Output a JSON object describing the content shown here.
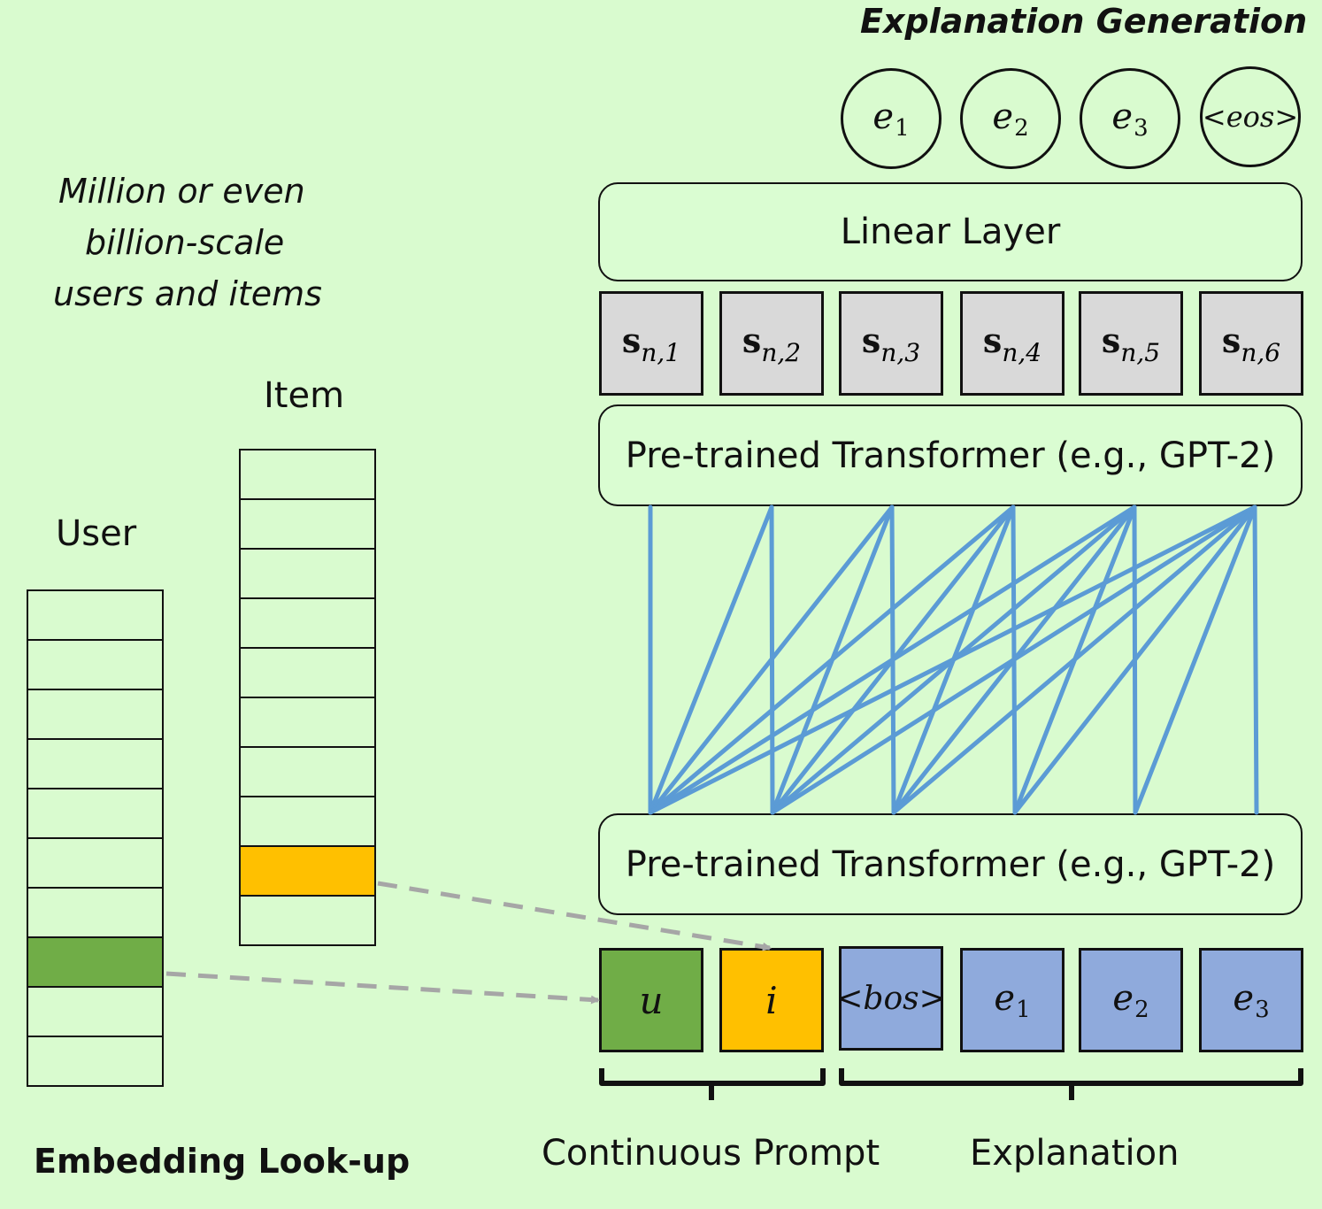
{
  "title": "Explanation Generation",
  "left_note": [
    "Million or even",
    "billion-scale",
    "users and items"
  ],
  "output_tokens": [
    {
      "base": "e",
      "sub": "1"
    },
    {
      "base": "e",
      "sub": "2"
    },
    {
      "base": "e",
      "sub": "3"
    },
    {
      "base": "<eos>",
      "sub": ""
    }
  ],
  "linear_layer": "Linear Layer",
  "hidden_states": [
    {
      "base": "s",
      "sub": "n,1"
    },
    {
      "base": "s",
      "sub": "n,2"
    },
    {
      "base": "s",
      "sub": "n,3"
    },
    {
      "base": "s",
      "sub": "n,4"
    },
    {
      "base": "s",
      "sub": "n,5"
    },
    {
      "base": "s",
      "sub": "n,6"
    }
  ],
  "transformer_top": "Pre-trained Transformer (e.g., GPT-2)",
  "transformer_bottom": "Pre-trained Transformer (e.g., GPT-2)",
  "input_tokens": [
    {
      "base": "u",
      "sub": "",
      "color": "#70ad47"
    },
    {
      "base": "i",
      "sub": "",
      "color": "#ffc000"
    },
    {
      "base": "<bos>",
      "sub": "",
      "color": "#8faadc"
    },
    {
      "base": "e",
      "sub": "1",
      "color": "#8faadc"
    },
    {
      "base": "e",
      "sub": "2",
      "color": "#8faadc"
    },
    {
      "base": "e",
      "sub": "3",
      "color": "#8faadc"
    }
  ],
  "item_label": "Item",
  "user_label": "User",
  "prompt_label": "Continuous Prompt",
  "explanation_label": "Explanation",
  "embedding_label": "Embedding Look-up",
  "colors": {
    "background": "#d9fbcf",
    "attention_line": "#5b9bd5",
    "arrow": "#a6a6a6",
    "user_highlight": "#70ad47",
    "item_highlight": "#ffc000",
    "explanation_token": "#8faadc",
    "hidden_state": "#d9d9d9"
  }
}
